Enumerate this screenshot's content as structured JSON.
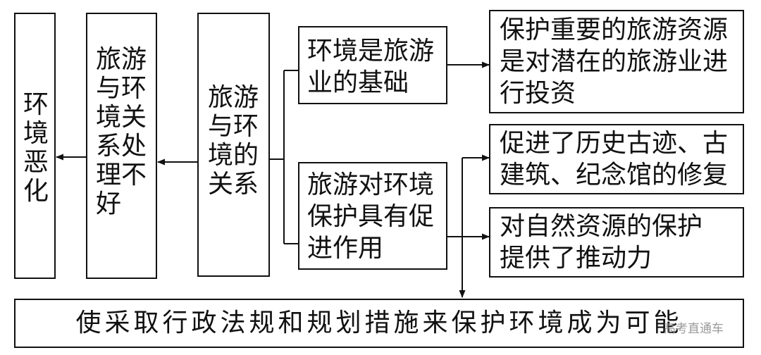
{
  "nodes": {
    "environment_deterioration": "环境恶化",
    "poor_relationship_handling": "旅游与环境关系处理不好",
    "tourism_environment_relationship": "旅游与环境的关系",
    "environment_is_foundation": "环境是旅游业的基础",
    "tourism_promotes_protection": "旅游对环境保护具有促进作用",
    "protect_resources_investment": "保护重要的旅游资源是对潜在的旅游业进行投资",
    "promote_heritage_restoration": "促进了历史古迹、古建筑、纪念馆的修复",
    "promote_nature_protection": "对自然资源的保护提供了推动力",
    "policy_measures": "使采取行政法规和规划措施来保护环境成为可能"
  },
  "watermark": "高考直通车"
}
